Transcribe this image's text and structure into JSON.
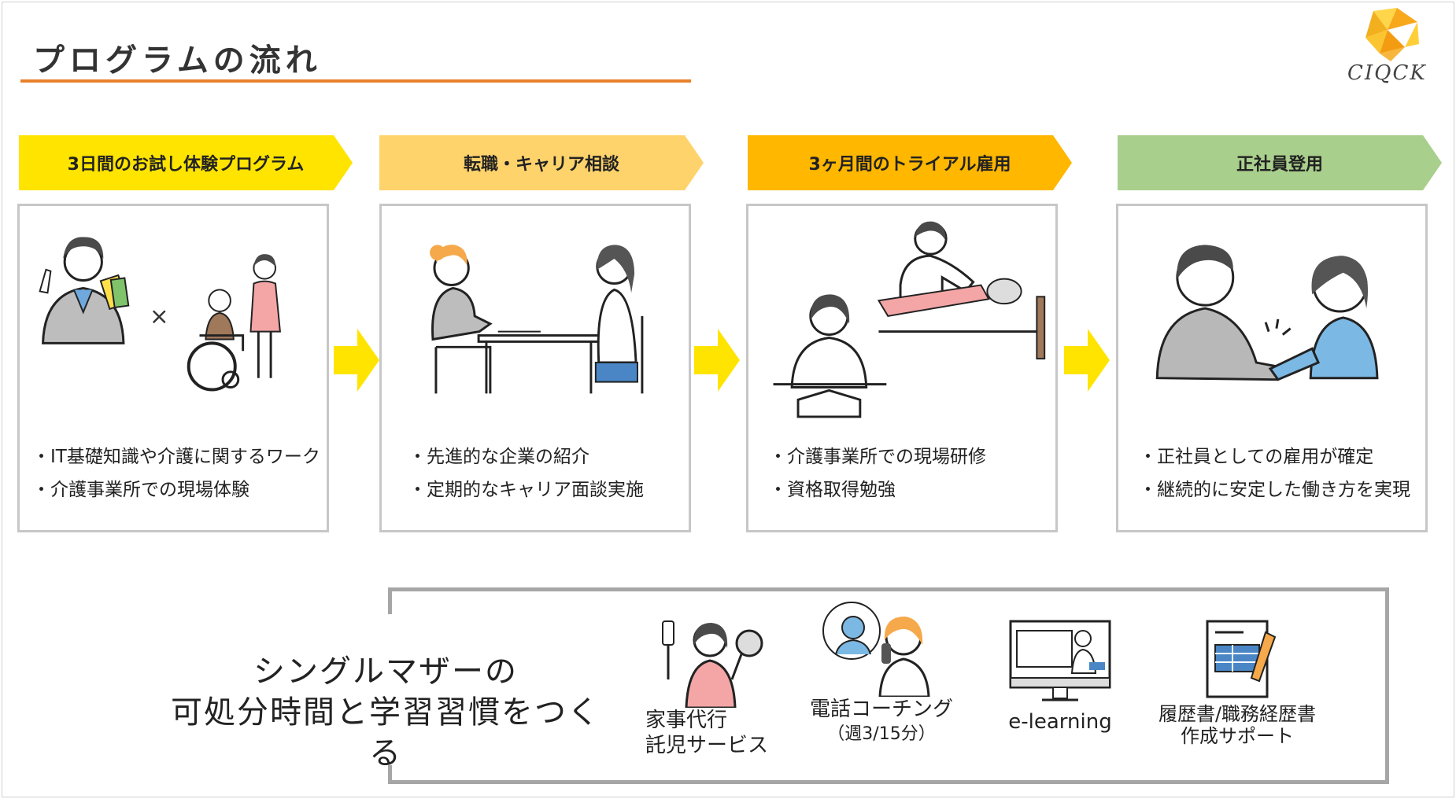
{
  "page": {
    "title": "プログラムの流れ",
    "logo_text": "CIQCK"
  },
  "steps": [
    {
      "label": "3日間のお試し体験プログラム",
      "color": "#ffe400",
      "bullets": [
        "IT基礎知識や介護に関するワーク",
        "介護事業所での現場体験"
      ]
    },
    {
      "label": "転職・キャリア相談",
      "color": "#ffd36b",
      "bullets": [
        "先進的な企業の紹介",
        "定期的なキャリア面談実施"
      ]
    },
    {
      "label": "3ヶ月間のトライアル雇用",
      "color": "#ffb700",
      "bullets": [
        "介護事業所での現場研修",
        "資格取得勉強"
      ]
    },
    {
      "label": "正社員登用",
      "color": "#a9cf8c",
      "bullets": [
        "正社員としての雇用が確定",
        "継続的に安定した働き方を実現"
      ]
    }
  ],
  "arrow_color": "#ffe400",
  "support": {
    "tagline_line1": "シングルマザーの",
    "tagline_line2": "可処分時間と学習習慣をつくる",
    "items": [
      {
        "line1": "家事代行",
        "line2": "託児サービス",
        "icon": "housework-mother-icon"
      },
      {
        "line1": "電話コーチング",
        "line2": "（週3/15分）",
        "icon": "phone-coaching-icon"
      },
      {
        "line1": "e-learning",
        "line2": "",
        "icon": "e-learning-monitor-icon"
      },
      {
        "line1": "履歴書/職務経歴書",
        "line2": "作成サポート",
        "icon": "resume-document-icon"
      }
    ]
  }
}
